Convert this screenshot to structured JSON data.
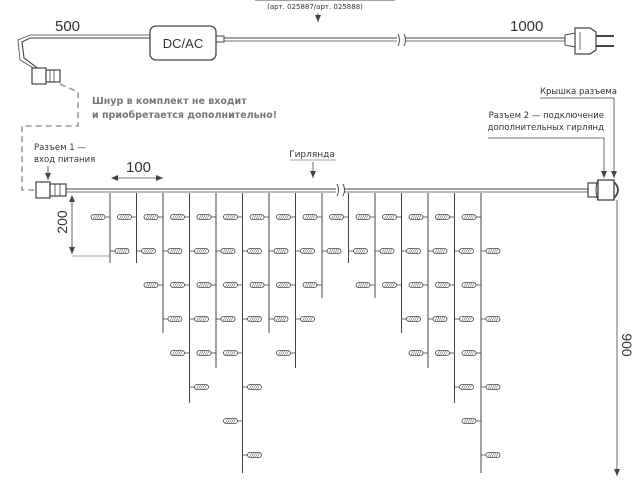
{
  "header": {
    "article_note": "(арт. 025887/арт. 025888)"
  },
  "dimensions": {
    "cable_left": "500",
    "cable_right": "1000",
    "pitch": "100",
    "drop": "200",
    "height": "900"
  },
  "adapter": {
    "label": "DC/AC"
  },
  "notes": {
    "cord_line1": "Шнур в комплект не входит",
    "cord_line2": "и приобретается дополнительно!",
    "connector1_line1": "Разъем 1 —",
    "connector1_line2": "вход питания",
    "garland": "Гирлянда",
    "cap": "Крышка разъема",
    "connector2_line1": "Разъем 2 — подключение",
    "connector2_line2": "дополнительных гирлянд"
  },
  "colors": {
    "line": "#444444",
    "dashed": "#999999",
    "text": "#333333",
    "note": "#777777"
  },
  "icicles": [
    {
      "len": 70,
      "lamps": [
        1,
        2
      ]
    },
    {
      "len": 70,
      "lamps": [
        1,
        2
      ]
    },
    {
      "len": 140,
      "lamps": [
        1,
        2,
        3,
        4
      ]
    },
    {
      "len": 210,
      "lamps": [
        1,
        2,
        3,
        4,
        5,
        6
      ]
    },
    {
      "len": 175,
      "lamps": [
        1,
        2,
        3,
        4,
        5
      ]
    },
    {
      "len": 280,
      "lamps": [
        1,
        2,
        3,
        4,
        5,
        6,
        7,
        8
      ]
    },
    {
      "len": 140,
      "lamps": [
        1,
        2,
        3,
        4
      ]
    },
    {
      "len": 175,
      "lamps": [
        1,
        2,
        3,
        4,
        5
      ]
    },
    {
      "len": 105,
      "lamps": [
        1,
        2,
        3
      ]
    },
    {
      "len": 70,
      "lamps": [
        1,
        2
      ]
    },
    {
      "len": 105,
      "lamps": [
        1,
        2,
        3
      ]
    },
    {
      "len": 140,
      "lamps": [
        1,
        2,
        3,
        4
      ]
    },
    {
      "len": 175,
      "lamps": [
        1,
        2,
        3,
        4,
        5
      ]
    },
    {
      "len": 210,
      "lamps": [
        1,
        2,
        3,
        4,
        5,
        6
      ]
    },
    {
      "len": 280,
      "lamps": [
        1,
        2,
        3,
        4,
        5,
        6,
        7,
        8
      ]
    }
  ]
}
